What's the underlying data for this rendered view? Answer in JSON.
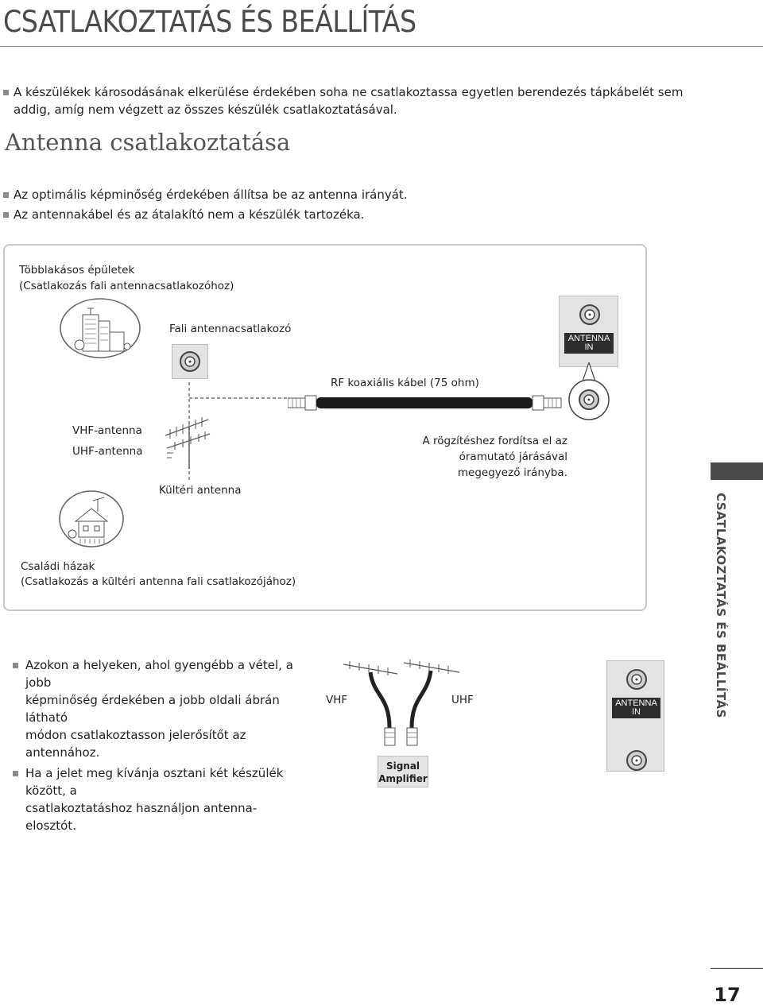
{
  "title": "CSATLAKOZTATÁS ÉS BEÁLLÍTÁS",
  "intro_bullet": [
    "A készülékek károsodásának elkerülése érdekében soha ne csatlakoztassa egyetlen berendezés tápkábelét sem",
    "addig, amíg nem végzett az összes készülék csatlakoztatásával."
  ],
  "section_title": "Antenna csatlakoztatása",
  "section_bullets": [
    "Az optimális képminőség érdekében állítsa be az antenna irányát.",
    "Az antennakábel és az átalakító nem a készülék tartozéka."
  ],
  "diagram": {
    "multi_title": "Többlakásos épületek",
    "multi_sub": "(Csatlakozás fali antennacsatlakozóhoz)",
    "wall_socket": "Fali antennacsatlakozó",
    "rf_cable": "RF koaxiális kábel (75 ohm)",
    "antenna_in_1": "ANTENNA",
    "antenna_in_2": "IN",
    "vhf_antenna": "VHF-antenna",
    "uhf_antenna": "UHF-antenna",
    "outdoor_antenna": "Kültéri antenna",
    "rotate_note": [
      "A rögzítéshez fordítsa el az",
      "óramutató járásával",
      "megegyező irányba."
    ],
    "family_title": "Családi házak",
    "family_sub": "(Csatlakozás a kültéri antenna fali csatlakozójához)"
  },
  "tips": [
    [
      "Azokon a helyeken, ahol gyengébb a vétel, a jobb",
      "képminőség érdekében a jobb oldali ábrán látható",
      "módon csatlakoztasson jelerősítőt az antennához."
    ],
    [
      "Ha a jelet meg kívánja osztani két készülék között, a",
      "csatlakoztatáshoz használjon antenna-elosztót."
    ]
  ],
  "amp_diagram": {
    "vhf": "VHF",
    "uhf": "UHF",
    "amp_1": "Signal",
    "amp_2": "Amplifier",
    "antenna_in_1": "ANTENNA",
    "antenna_in_2": "IN"
  },
  "side_tab": "CSATLAKOZTATÁS ÉS BEÁLLÍTÁS",
  "page_number": "17"
}
